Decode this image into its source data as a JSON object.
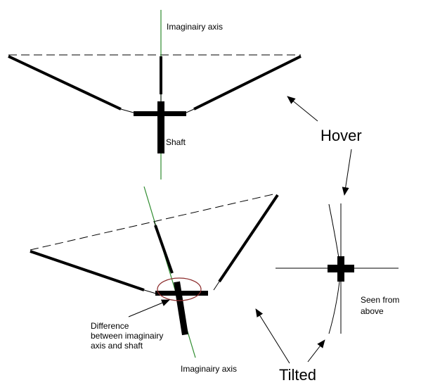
{
  "labels": {
    "imaginary_axis_top": "Imaginairy axis",
    "shaft": "Shaft",
    "hover": "Hover",
    "difference_line1": "Difference",
    "difference_line2": "between imaginairy",
    "difference_line3": "axis and shaft",
    "imaginary_axis_bottom": "Imaginairy axis",
    "tilted": "Tilted",
    "seen_from_above_line1": "Seen from",
    "seen_from_above_line2": "above"
  },
  "colors": {
    "axis": "#2e8b2e",
    "structure": "#000000",
    "ellipse": "#8b2a2a"
  }
}
